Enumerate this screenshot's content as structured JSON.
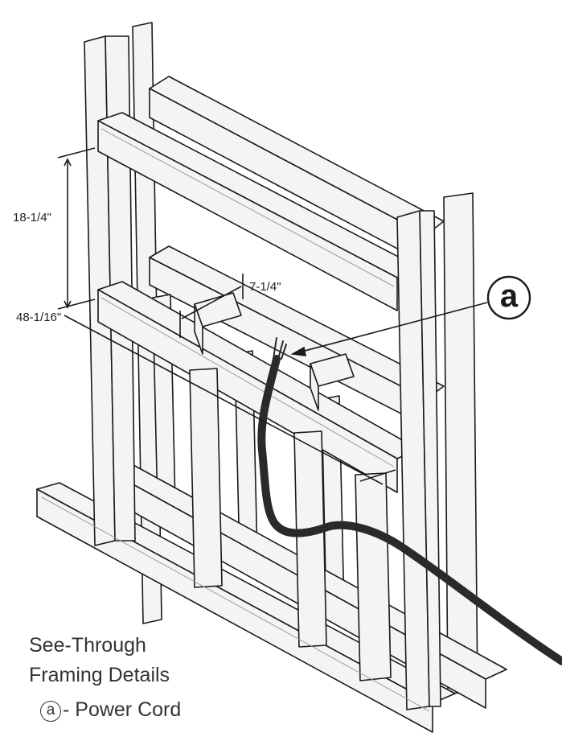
{
  "dimensions": {
    "height_label": "18-1/4\"",
    "depth_label": "7-1/4\"",
    "width_label": "48-1/16\""
  },
  "callout": {
    "letter": "a"
  },
  "caption": {
    "line1": "See-Through",
    "line2": "Framing Details"
  },
  "legend": {
    "letter": "a",
    "separator": "-",
    "text": " Power Cord"
  },
  "colors": {
    "line": "#1a1a1a",
    "wood_fill": "#f4f4f4",
    "wood_shade": "#d9d9d9",
    "cord": "#2a2a2a"
  }
}
